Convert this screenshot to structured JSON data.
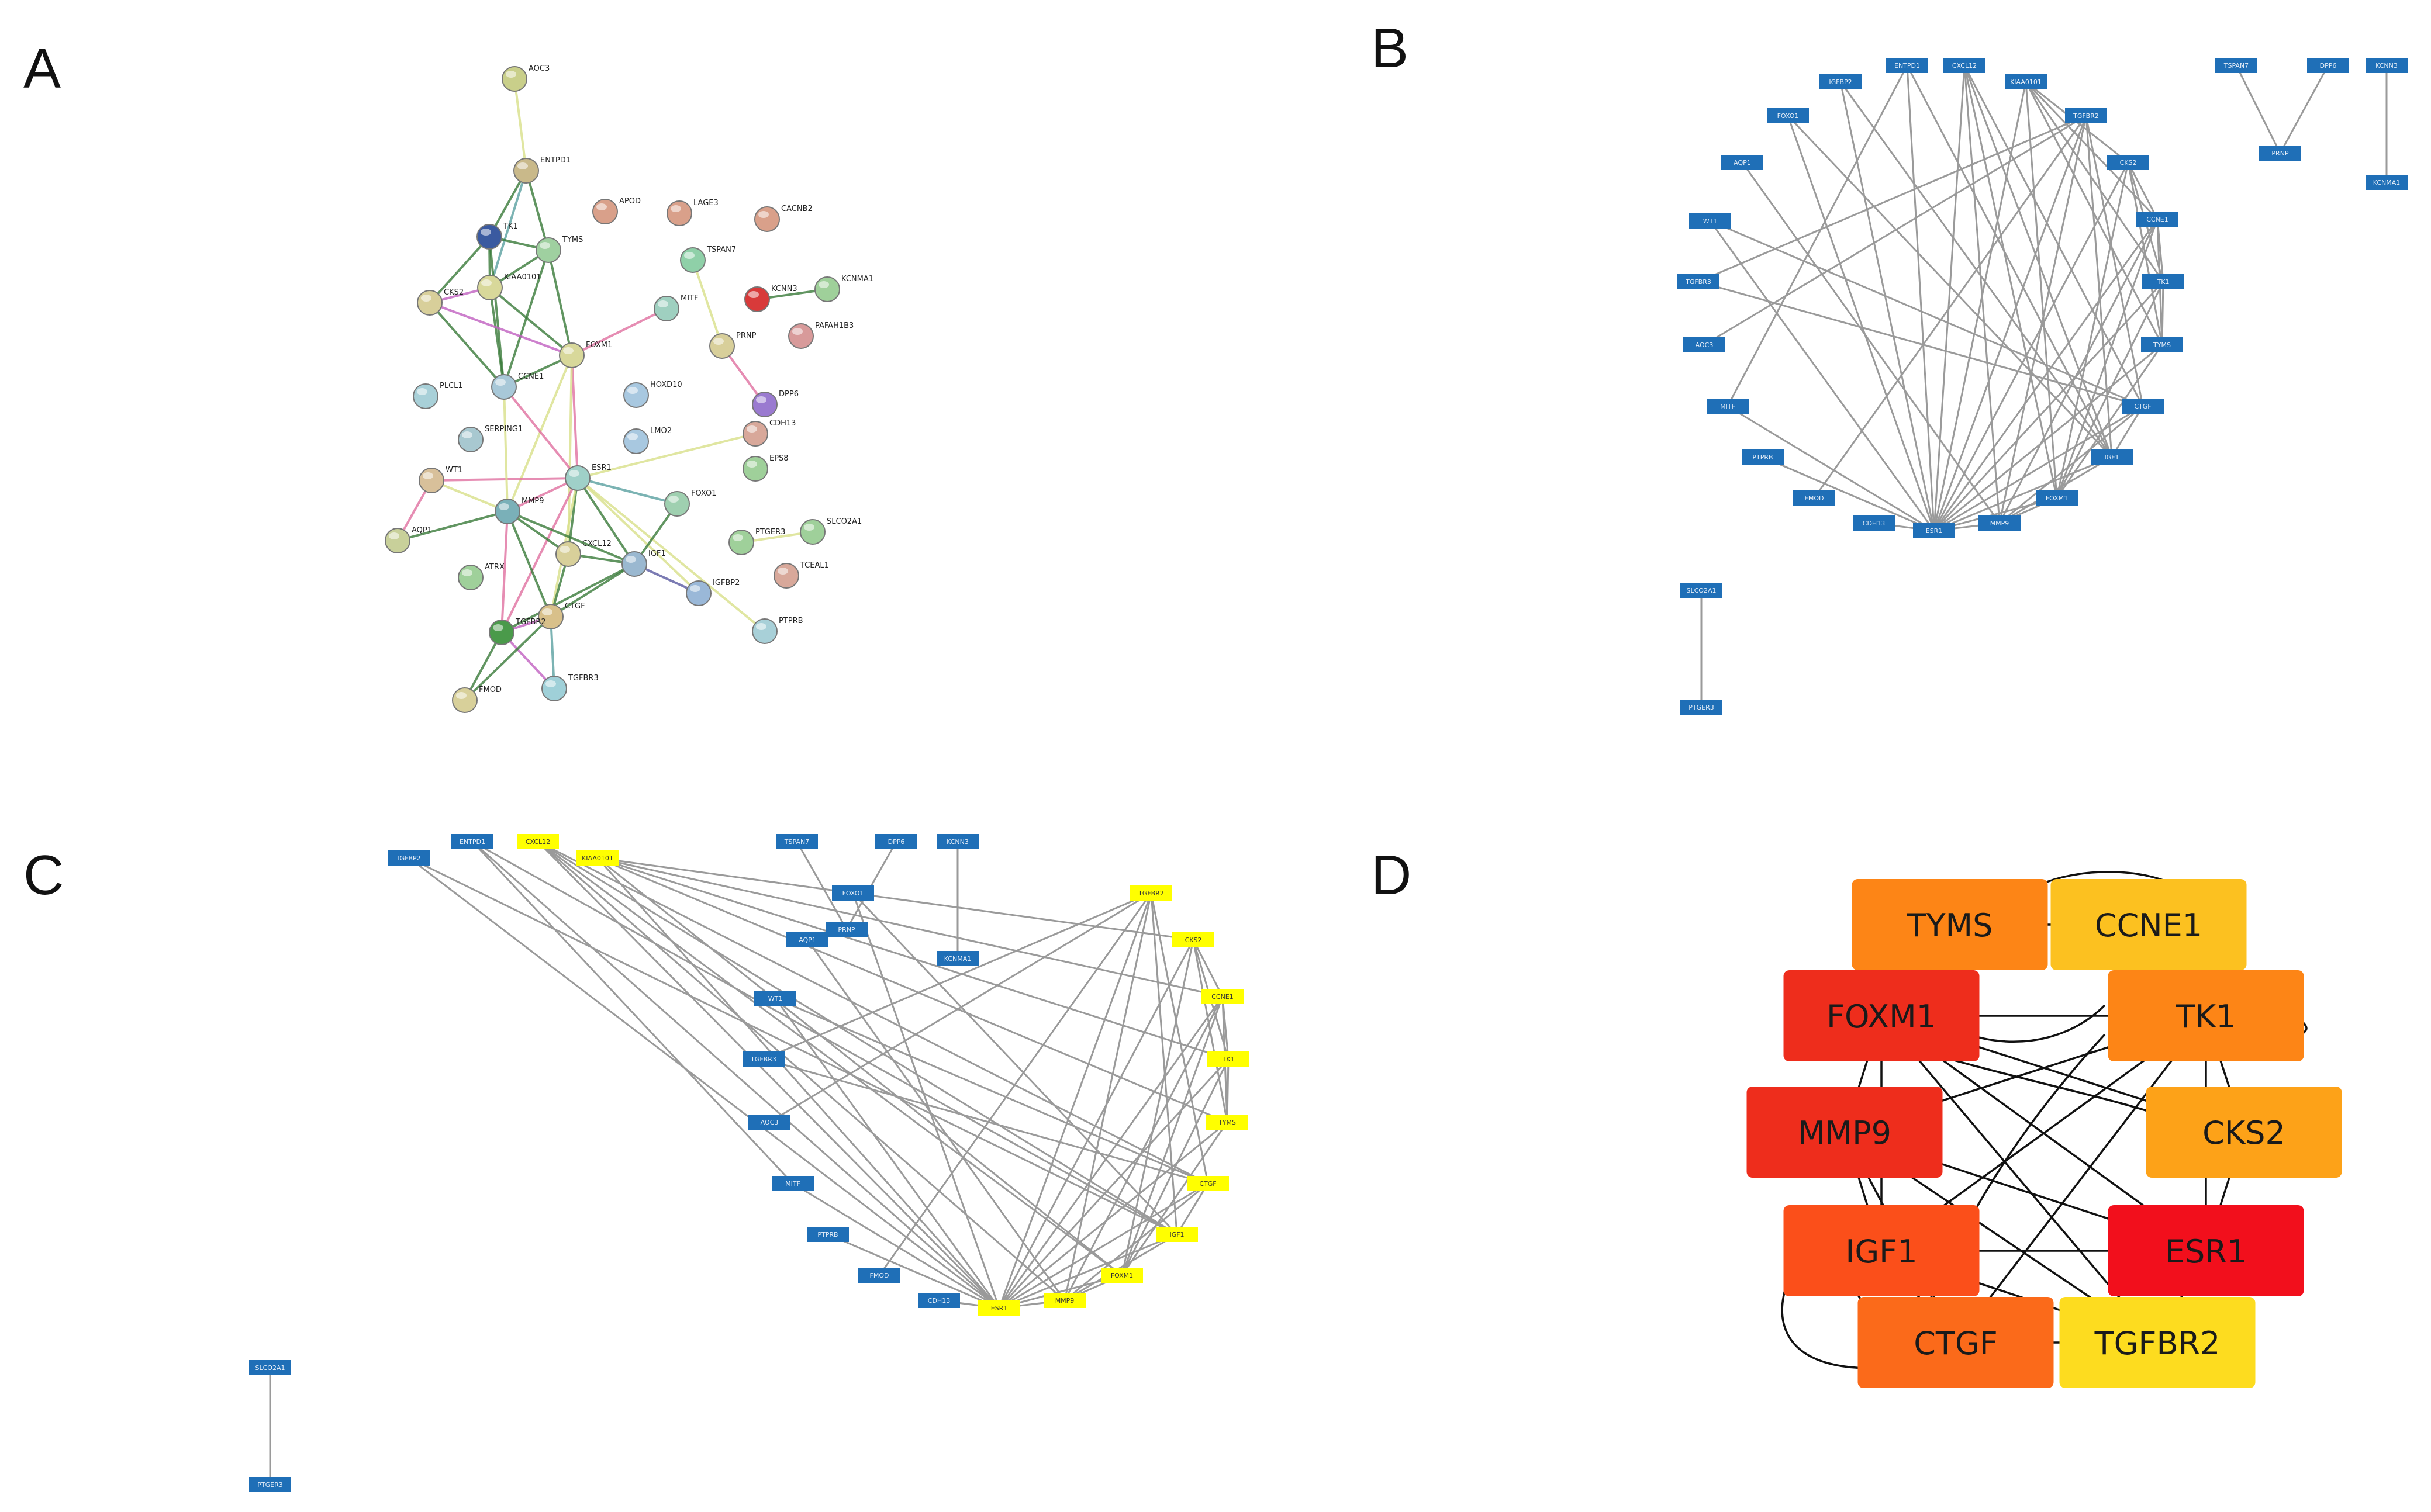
{
  "panels": {
    "a": {
      "letter": "A",
      "nodes": [
        {
          "label": "AOC3",
          "color": "#c9cf8a"
        },
        {
          "label": "ENTPD1",
          "color": "#c9b98a"
        },
        {
          "label": "APOD",
          "color": "#d9a08a"
        },
        {
          "label": "LAGE3",
          "color": "#d9a08a"
        },
        {
          "label": "CACNB2",
          "color": "#d9a08a"
        },
        {
          "label": "TK1",
          "color": "#3a5aa0"
        },
        {
          "label": "TYMS",
          "color": "#9fd0a0"
        },
        {
          "label": "TSPAN7",
          "color": "#8fd0a8"
        },
        {
          "label": "KIAA0101",
          "color": "#d8d89a"
        },
        {
          "label": "CKS2",
          "color": "#d8cf9a"
        },
        {
          "label": "KCNN3",
          "color": "#d83a3a"
        },
        {
          "label": "KCNMA1",
          "color": "#9fd09a"
        },
        {
          "label": "MITF",
          "color": "#9fd0c0"
        },
        {
          "label": "PAFAH1B3",
          "color": "#d89a9a"
        },
        {
          "label": "PRNP",
          "color": "#d8cf9a"
        },
        {
          "label": "FOXM1",
          "color": "#d8d89a"
        },
        {
          "label": "CCNE1",
          "color": "#a8c8d8"
        },
        {
          "label": "PLCL1",
          "color": "#a8d0d8"
        },
        {
          "label": "HOXD10",
          "color": "#a8c8e0"
        },
        {
          "label": "DPP6",
          "color": "#9a7ad0"
        },
        {
          "label": "SERPING1",
          "color": "#a8c8d0"
        },
        {
          "label": "LMO2",
          "color": "#a8c8e0"
        },
        {
          "label": "CDH13",
          "color": "#d8a89a"
        },
        {
          "label": "EPS8",
          "color": "#9fd09a"
        },
        {
          "label": "WT1",
          "color": "#d8c09a"
        },
        {
          "label": "ESR1",
          "color": "#9fd0c8"
        },
        {
          "label": "MMP9",
          "color": "#7ab0b8"
        },
        {
          "label": "FOXO1",
          "color": "#9fd0b0"
        },
        {
          "label": "SLCO2A1",
          "color": "#9fd09a"
        },
        {
          "label": "AQP1",
          "color": "#c8d09a"
        },
        {
          "label": "CXCL12",
          "color": "#d8d09a"
        },
        {
          "label": "PTGER3",
          "color": "#9fd09a"
        },
        {
          "label": "IGF1",
          "color": "#9ab8d0"
        },
        {
          "label": "ATRX",
          "color": "#9fd09a"
        },
        {
          "label": "TCEAL1",
          "color": "#d8a89a"
        },
        {
          "label": "IGFBP2",
          "color": "#9ab8d8"
        },
        {
          "label": "CTGF",
          "color": "#d8c08a"
        },
        {
          "label": "TGFBR2",
          "color": "#4a9a4a"
        },
        {
          "label": "PTPRB",
          "color": "#a8d0d8"
        },
        {
          "label": "FMOD",
          "color": "#d8d09a"
        },
        {
          "label": "TGFBR3",
          "color": "#9fd0d8"
        }
      ]
    },
    "b": {
      "letter": "B",
      "node_color": "#1f6fb7",
      "nodes": [
        "ENTPD1",
        "CXCL12",
        "KIAA0101",
        "IGFBP2",
        "FOXO1",
        "TGFBR2",
        "AQP1",
        "CKS2",
        "WT1",
        "CCNE1",
        "TGFBR3",
        "TK1",
        "AOC3",
        "TYMS",
        "MITF",
        "CTGF",
        "PTPRB",
        "IGF1",
        "FMOD",
        "FOXM1",
        "CDH13",
        "MMP9",
        "ESR1",
        "TSPAN7",
        "DPP6",
        "PRNP",
        "KCNN3",
        "KCNMA1",
        "SLCO2A1",
        "PTGER3"
      ]
    },
    "c": {
      "letter": "C",
      "node_color": "#1f6fb7",
      "highlight_color": "#ffff00",
      "nodes": [
        "IGFBP2",
        "ENTPD1",
        "CXCL12",
        "KIAA0101",
        "FOXO1",
        "TGFBR2",
        "AQP1",
        "CKS2",
        "WT1",
        "CCNE1",
        "TGFBR3",
        "TK1",
        "AOC3",
        "TYMS",
        "MITF",
        "CTGF",
        "PTPRB",
        "IGF1",
        "FMOD",
        "FOXM1",
        "CDH13",
        "MMP9",
        "ESR1",
        "TSPAN7",
        "DPP6",
        "PRNP",
        "KCNN3",
        "KCNMA1",
        "SLCO2A1",
        "PTGER3"
      ],
      "highlighted": [
        "CXCL12",
        "KIAA0101",
        "TGFBR2",
        "CKS2",
        "CCNE1",
        "TK1",
        "TYMS",
        "CTGF",
        "IGF1",
        "FOXM1",
        "MMP9",
        "ESR1"
      ]
    },
    "d": {
      "letter": "D",
      "nodes": [
        {
          "label": "TYMS",
          "color": "#fd8516"
        },
        {
          "label": "CCNE1",
          "color": "#fcc120"
        },
        {
          "label": "FOXM1",
          "color": "#ee2d1c"
        },
        {
          "label": "TK1",
          "color": "#fd8516"
        },
        {
          "label": "MMP9",
          "color": "#ee2d1c"
        },
        {
          "label": "CKS2",
          "color": "#fda218"
        },
        {
          "label": "IGF1",
          "color": "#fb4f1a"
        },
        {
          "label": "ESR1",
          "color": "#f20f1c"
        },
        {
          "label": "CTGF",
          "color": "#fb6a1a"
        },
        {
          "label": "TGFBR2",
          "color": "#fddc1f"
        }
      ]
    }
  }
}
